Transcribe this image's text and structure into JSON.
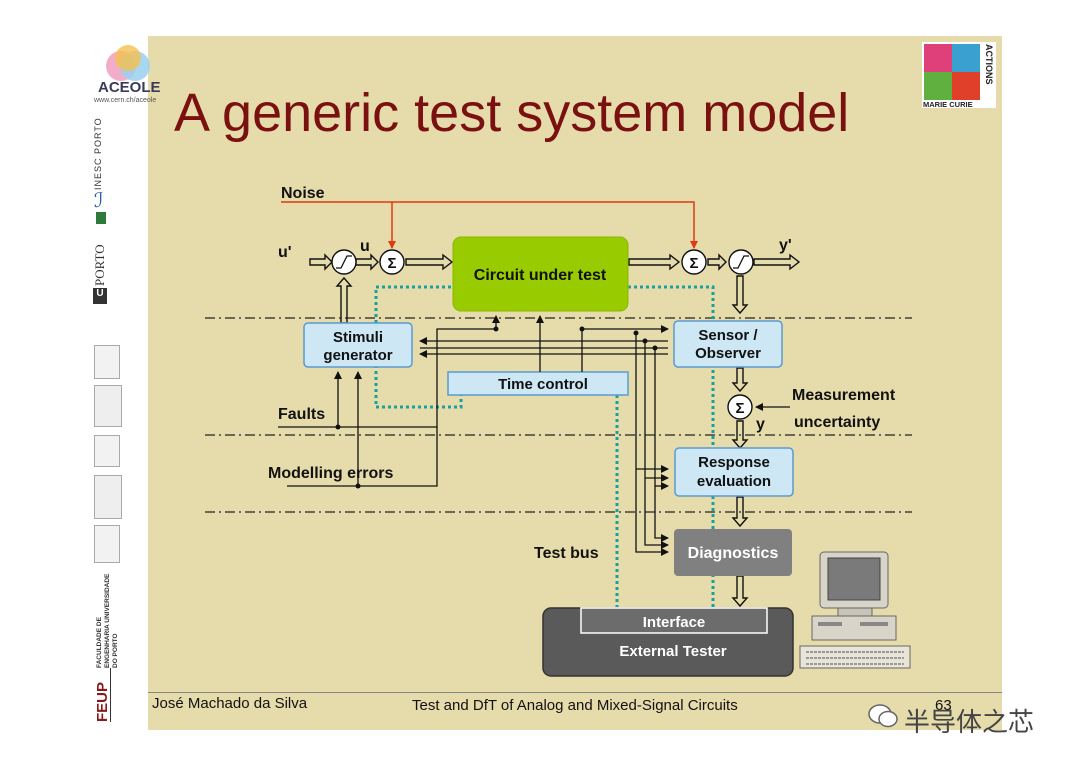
{
  "slide": {
    "title": "A generic test system model",
    "logo_aceole": "ACEOLE",
    "logo_aceole_url": "www.cern.ch/aceole",
    "side_inesc": "INESC PORTO",
    "side_uporto": "PORTO",
    "side_feup": "FEUP",
    "side_feup_sub": "FACULDADE DE ENGENHARIA UNIVERSIDADE DO PORTO",
    "logo_marie_curie": "MARIE CURIE",
    "logo_actions": "ACTIONS",
    "footer_author": "José Machado da Silva",
    "footer_course": "Test and DfT of Analog and Mixed-Signal Circuits",
    "page_number": "63",
    "watermark": "半导体之芯"
  },
  "diagram": {
    "noise": "Noise",
    "u_prime": "u'",
    "u": "u",
    "sigma": "Σ",
    "circuit_under_test": "Circuit under test",
    "y_prime": "y'",
    "stimuli_line1": "Stimuli",
    "stimuli_line2": "generator",
    "sensor_line1": "Sensor /",
    "sensor_line2": "Observer",
    "time_control": "Time control",
    "faults": "Faults",
    "modelling_errors": "Modelling errors",
    "measurement": "Measurement",
    "uncertainty": "uncertainty",
    "y": "y",
    "response_line1": "Response",
    "response_line2": "evaluation",
    "test_bus": "Test bus",
    "diagnostics": "Diagnostics",
    "interface": "Interface",
    "external_tester": "External Tester"
  },
  "colors": {
    "slide_bg": "#e6dcab",
    "title": "#7a1010",
    "cut_green": "#99cc00",
    "block_blue": "#cde7f5",
    "noise_red": "#e03a10",
    "test_bus_teal": "#1aa0a0",
    "diagnostics_gray": "#808080",
    "tester_gray": "#5a5a5a"
  }
}
